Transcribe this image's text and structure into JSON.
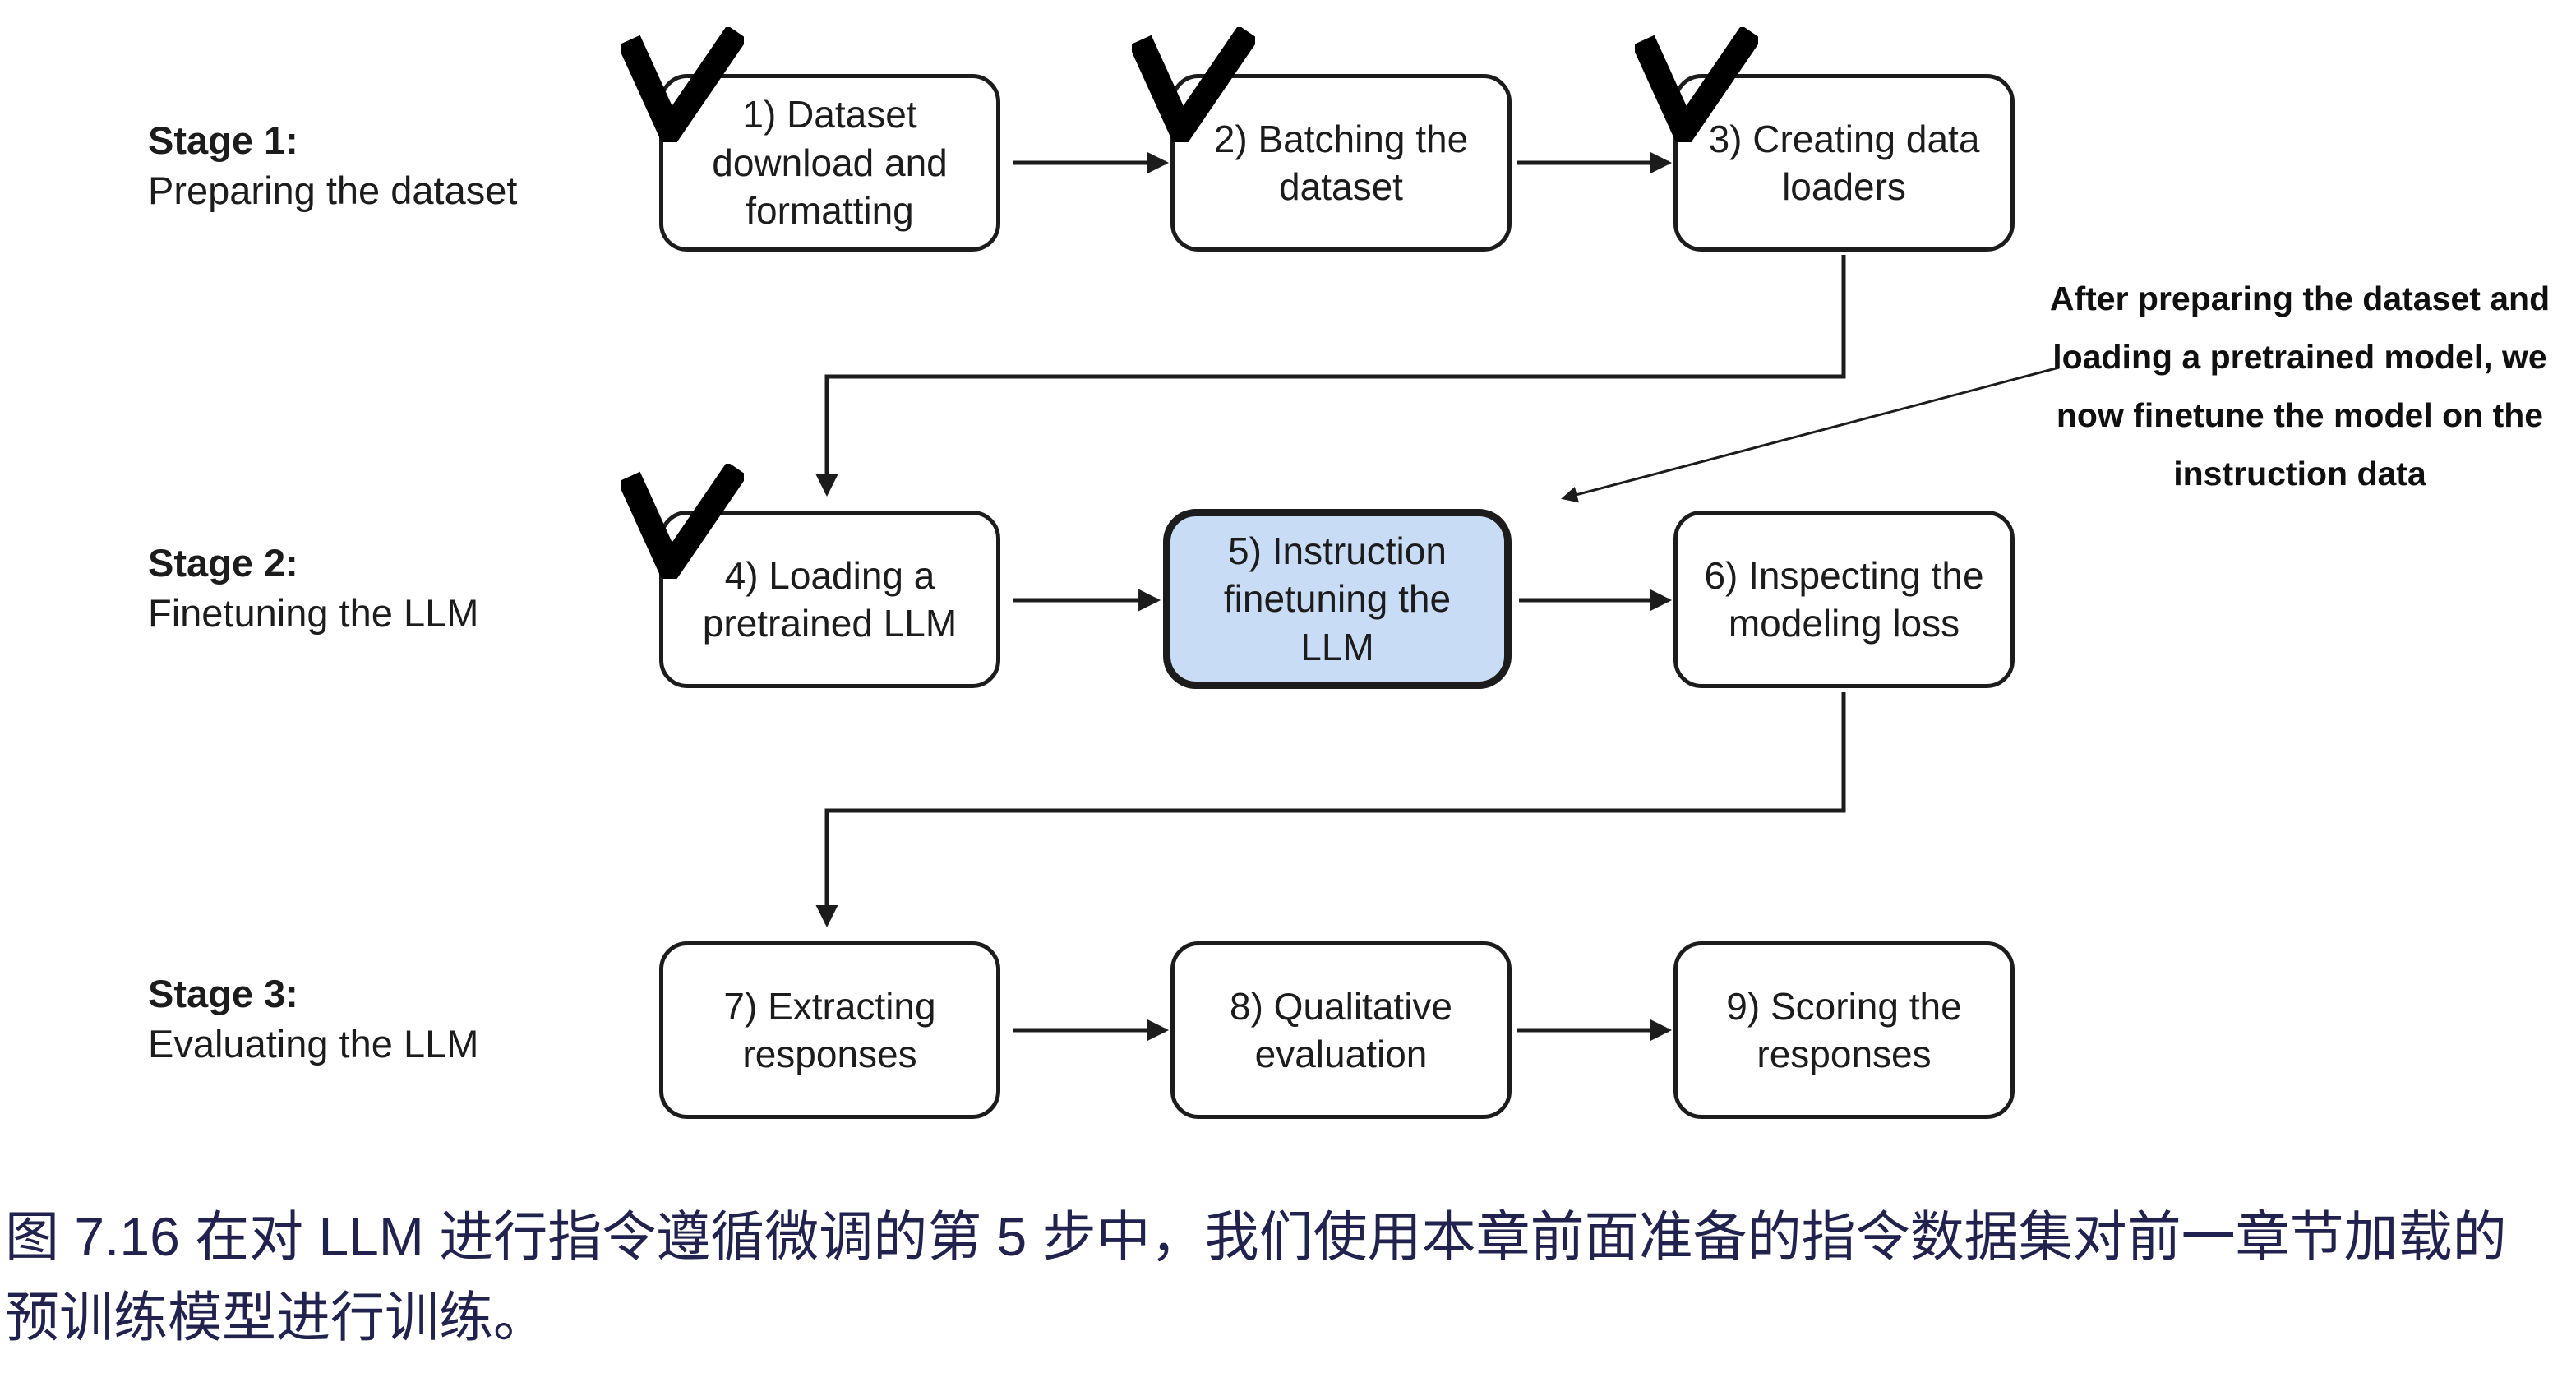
{
  "figure": {
    "stages": [
      {
        "title": "Stage 1:",
        "subtitle": "Preparing the dataset"
      },
      {
        "title": "Stage 2:",
        "subtitle": "Finetuning the LLM"
      },
      {
        "title": "Stage 3:",
        "subtitle": "Evaluating the LLM"
      }
    ],
    "boxes": [
      {
        "label": "1) Dataset download and formatting",
        "checked": true,
        "highlighted": false
      },
      {
        "label": "2) Batching the dataset",
        "checked": true,
        "highlighted": false
      },
      {
        "label": "3) Creating data loaders",
        "checked": true,
        "highlighted": false
      },
      {
        "label": "4) Loading a pretrained LLM",
        "checked": true,
        "highlighted": false
      },
      {
        "label": "5) Instruction finetuning the LLM",
        "checked": false,
        "highlighted": true
      },
      {
        "label": "6) Inspecting the modeling loss",
        "checked": false,
        "highlighted": false
      },
      {
        "label": "7) Extracting responses",
        "checked": false,
        "highlighted": false
      },
      {
        "label": "8) Qualitative evaluation",
        "checked": false,
        "highlighted": false
      },
      {
        "label": "9) Scoring the responses",
        "checked": false,
        "highlighted": false
      }
    ],
    "annotation": {
      "lines": [
        "After preparing the dataset and",
        "loading a pretrained model, we",
        "now finetune the model on the",
        "instruction data"
      ]
    },
    "colors": {
      "highlight_fill": "#c9dcf5",
      "line": "#1c1c1c",
      "caption": "#22224e"
    }
  },
  "caption": {
    "lines": [
      "图 7.16 在对 LLM 进行指令遵循微调的第 5 步中，我们使用本章前面准备的指令数据集对前一章节加载的",
      "预训练模型进行训练。"
    ]
  }
}
